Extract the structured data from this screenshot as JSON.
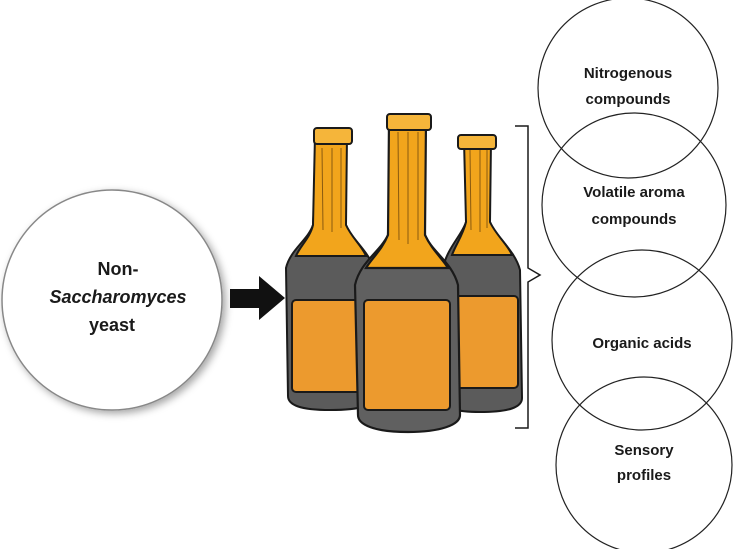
{
  "source": {
    "line1": "Non-",
    "line2": "Saccharomyces",
    "line3": "yeast"
  },
  "outcomes": [
    {
      "lines": [
        "Nitrogenous",
        "compounds"
      ]
    },
    {
      "lines": [
        "Volatile aroma",
        "compounds"
      ]
    },
    {
      "lines": [
        "Organic acids"
      ]
    },
    {
      "lines": [
        "Sensory",
        "profiles"
      ]
    }
  ],
  "colors": {
    "bottle_body": "#5a5a5a",
    "bottle_foil": "#f2a51c",
    "label": "#ec9a2e",
    "outline": "#1a1a1a",
    "arrow": "#111111"
  }
}
